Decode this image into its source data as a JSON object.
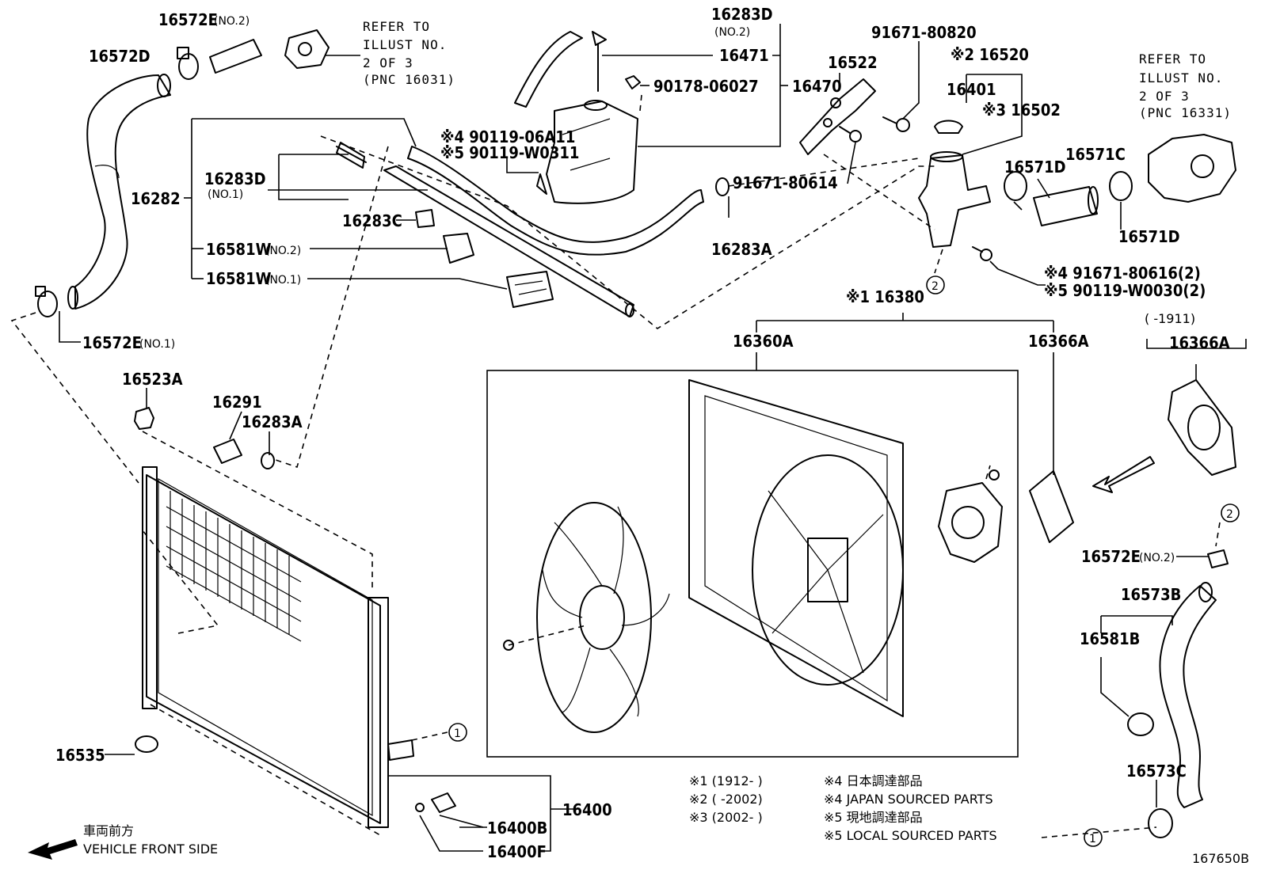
{
  "diagram": {
    "labels": [
      {
        "id": "16572D",
        "text": "16572D"
      },
      {
        "id": "16572E_no2_top",
        "text": "16572E",
        "suffix": "(NO.2)"
      },
      {
        "id": "16282",
        "text": "16282"
      },
      {
        "id": "16283D_no1",
        "text": "16283D",
        "suffix": "(NO.1)"
      },
      {
        "id": "16283C",
        "text": "16283C"
      },
      {
        "id": "16581W_no2",
        "text": "16581W",
        "suffix": "(NO.2)"
      },
      {
        "id": "16581W_no1",
        "text": "16581W",
        "suffix": "(NO.1)"
      },
      {
        "id": "16572E_no1",
        "text": "16572E",
        "suffix": "(NO.1)"
      },
      {
        "id": "16283D_no2",
        "text": "16283D",
        "suffix": "(NO.2)"
      },
      {
        "id": "16471",
        "text": "16471"
      },
      {
        "id": "90178",
        "text": "90178-06027"
      },
      {
        "id": "16470",
        "text": "16470"
      },
      {
        "id": "90119_06A11",
        "text": "※4 90119-06A11"
      },
      {
        "id": "90119_W0311",
        "text": "※5 90119-W0311"
      },
      {
        "id": "16283A_mid",
        "text": "16283A"
      },
      {
        "id": "16522",
        "text": "16522"
      },
      {
        "id": "91671_80820",
        "text": "91671-80820"
      },
      {
        "id": "91671_80614",
        "text": "91671-80614"
      },
      {
        "id": "16520",
        "text": "※2 16520"
      },
      {
        "id": "16401",
        "text": "16401"
      },
      {
        "id": "16502",
        "text": "※3 16502"
      },
      {
        "id": "16571D_top",
        "text": "16571D"
      },
      {
        "id": "16571C",
        "text": "16571C"
      },
      {
        "id": "16571D_bot",
        "text": "16571D"
      },
      {
        "id": "91671_80616",
        "text": "※4 91671-80616(2)"
      },
      {
        "id": "90119_W0030",
        "text": "※5 90119-W0030(2)"
      },
      {
        "id": "16380",
        "text": "※1 16380"
      },
      {
        "id": "16360A",
        "text": "16360A"
      },
      {
        "id": "16366A_mid",
        "text": "16366A"
      },
      {
        "id": "range_1911",
        "text": "(      -1911)"
      },
      {
        "id": "16366A_right",
        "text": "16366A"
      },
      {
        "id": "16523A",
        "text": "16523A"
      },
      {
        "id": "16291",
        "text": "16291"
      },
      {
        "id": "16283A_left",
        "text": "16283A"
      },
      {
        "id": "16572E_no2_right",
        "text": "16572E",
        "suffix": "(NO.2)"
      },
      {
        "id": "16573B",
        "text": "16573B"
      },
      {
        "id": "16581B",
        "text": "16581B"
      },
      {
        "id": "16573C",
        "text": "16573C"
      },
      {
        "id": "16535",
        "text": "16535"
      },
      {
        "id": "16400",
        "text": "16400"
      },
      {
        "id": "16400B",
        "text": "16400B"
      },
      {
        "id": "16400F",
        "text": "16400F"
      }
    ],
    "refer_left": [
      "REFER TO",
      "ILLUST NO.",
      "2 OF 3",
      "(PNC 16031)"
    ],
    "refer_right": [
      "REFER TO",
      "ILLUST NO.",
      "2 OF 3",
      "(PNC 16331)"
    ],
    "notes": [
      "※1 (1912-      )",
      "※2 (      -2002)",
      "※3 (2002-      )",
      "※4 日本調達部品",
      "※4 JAPAN SOURCED PARTS",
      "※5 現地調達部品",
      "※5 LOCAL SOURCED PARTS"
    ],
    "front_side": [
      "車両前方",
      "VEHICLE FRONT SIDE"
    ],
    "circle_markers": [
      "1",
      "2"
    ],
    "illustration_id": "167650B"
  }
}
